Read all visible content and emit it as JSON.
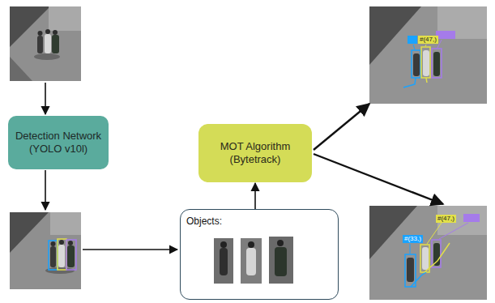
{
  "diagram": {
    "nodes": [
      {
        "text": [
          "Detection Network (YOLO v10l)"
        ]
      },
      {
        "text": [
          "MOT Algorithm (Bytetrack)"
        ]
      },
      {
        "text": [
          "Objects:"
        ]
      }
    ],
    "edges": [
      {
        "from": 2,
        "to": 1,
        "arrow": "to"
      }
    ],
    "labels": [
      "#(47,)",
      "#(33,)",
      "#(47,)"
    ]
  }
}
